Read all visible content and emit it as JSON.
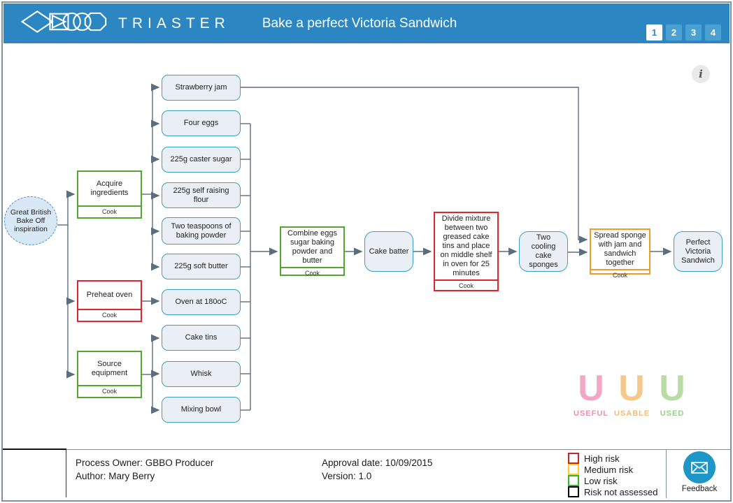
{
  "header": {
    "brand": "TRIASTER",
    "title": "Bake a perfect Victoria Sandwich",
    "pages": {
      "p1": "1",
      "p2": "2",
      "p3": "3",
      "p4": "4"
    },
    "active_page": "1",
    "bar_color": "#2b86c2"
  },
  "info_button": {
    "glyph": "i"
  },
  "diagram": {
    "start": {
      "label": "Great British Bake Off inspiration"
    },
    "activities": {
      "acquire": {
        "label": "Acquire ingredients",
        "role": "Cook",
        "risk": "low"
      },
      "preheat": {
        "label": "Preheat oven",
        "role": "Cook",
        "risk": "high"
      },
      "source": {
        "label": "Source equipment",
        "role": "Cook",
        "risk": "low"
      },
      "combine": {
        "label": "Combine eggs sugar baking powder and butter",
        "role": "Cook",
        "risk": "low"
      },
      "divide": {
        "label": "Divide mixture between two greased cake tins and place on middle shelf in oven for 25 minutes",
        "role": "Cook",
        "risk": "high"
      },
      "spread": {
        "label": "Spread sponge with jam and sandwich together",
        "role": "Cook",
        "risk": "medium"
      }
    },
    "deliverables": {
      "strawberry_jam": "Strawberry jam",
      "four_eggs": "Four eggs",
      "caster_sugar": "225g caster sugar",
      "flour": "225g self raising flour",
      "baking_powder": "Two teaspoons of baking powder",
      "butter": "225g soft butter",
      "oven": "Oven at 180oC",
      "cake_tins": "Cake tins",
      "whisk": "Whisk",
      "mixing_bowl": "Mixing bowl",
      "cake_batter": "Cake batter",
      "cooling_sponges": "Two cooling cake sponges",
      "perfect": "Perfect Victoria Sandwich"
    },
    "colors": {
      "risk_high": "#e02531",
      "risk_medium": "#f09d28",
      "risk_low": "#55a630",
      "deliverable_border": "#3b9fc7",
      "deliverable_fill": "#e9eff4",
      "connector": "#5a6e7e"
    }
  },
  "watermark": {
    "useful": {
      "letter": "U",
      "word": "USEFUL",
      "color": "#ee8fae"
    },
    "usable": {
      "letter": "U",
      "word": "USABLE",
      "color": "#f2bd7a"
    },
    "used": {
      "letter": "U",
      "word": "USED",
      "color": "#98cf8e"
    }
  },
  "footer": {
    "process_owner": "Process Owner: GBBO Producer",
    "author": "Author: Mary Berry",
    "approval_date": "Approval date: 10/09/2015",
    "version": "Version: 1.0",
    "legend": {
      "high": {
        "label": "High risk",
        "color": "#cc2229"
      },
      "medium": {
        "label": "Medium risk",
        "color": "#ffc829"
      },
      "low": {
        "label": "Low risk",
        "color": "#2db82d"
      },
      "none": {
        "label": "Risk not assessed",
        "color": "#000000"
      }
    },
    "feedback_label": "Feedback"
  }
}
